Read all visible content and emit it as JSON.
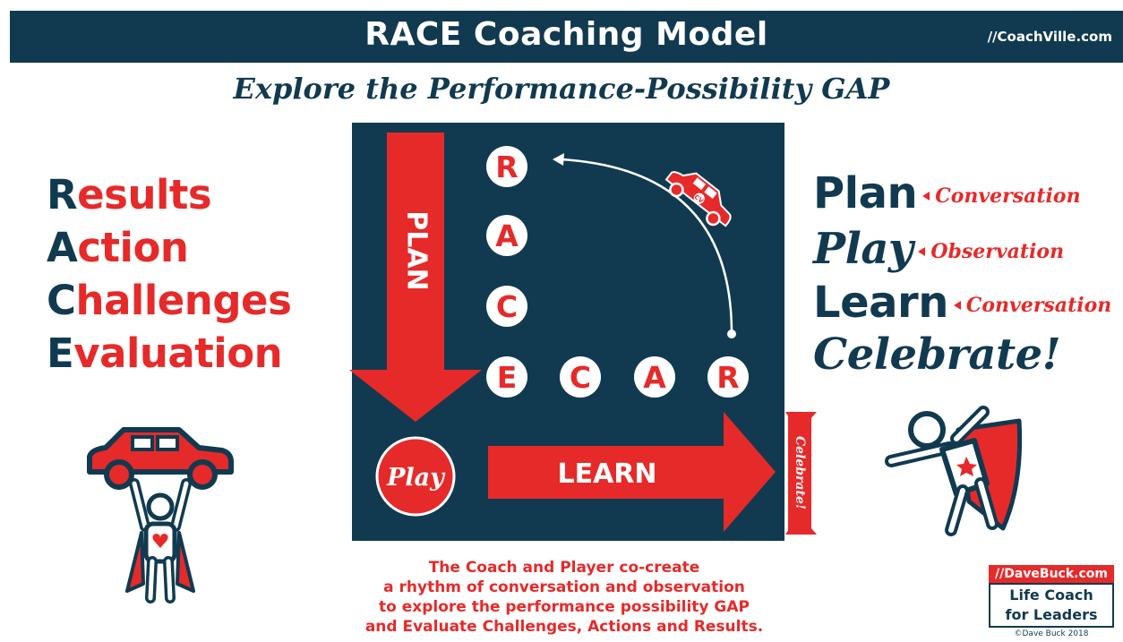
{
  "header": {
    "title": "RACE Coaching Model",
    "url": "//CoachVille.com"
  },
  "subtitle": "Explore the Performance-Possibility GAP",
  "acronym": [
    {
      "first": "R",
      "rest": "esults"
    },
    {
      "first": "A",
      "rest": "ction"
    },
    {
      "first": "C",
      "rest": "hallenges"
    },
    {
      "first": "E",
      "rest": "valuation"
    }
  ],
  "phases": [
    {
      "word": "Plan",
      "note": "Conversation"
    },
    {
      "word": "Play",
      "note": "Observation"
    },
    {
      "word": "Learn",
      "note": "Conversation"
    },
    {
      "word": "Celebrate!",
      "note": ""
    }
  ],
  "diagram": {
    "plan_label": "PLAN",
    "play_label": "Play",
    "learn_label": "LEARN",
    "celebrate_label": "Celebrate!",
    "race_vertical": [
      "R",
      "A",
      "C",
      "E"
    ],
    "race_horizontal": [
      "C",
      "A",
      "R"
    ],
    "car_badge": "CV"
  },
  "caption": {
    "line1": "The Coach and Player co-create",
    "line2": "a rhythm of conversation and observation",
    "line3": "to explore the performance possibility GAP",
    "line4": "and Evaluate Challenges, Actions and Results."
  },
  "brand": {
    "site": "//DaveBuck.com",
    "line1": "Life Coach",
    "line2": "for Leaders",
    "copyright": "©Dave Buck 2018"
  },
  "colors": {
    "navy": "#113a50",
    "red": "#e62a2a",
    "white": "#ffffff"
  }
}
